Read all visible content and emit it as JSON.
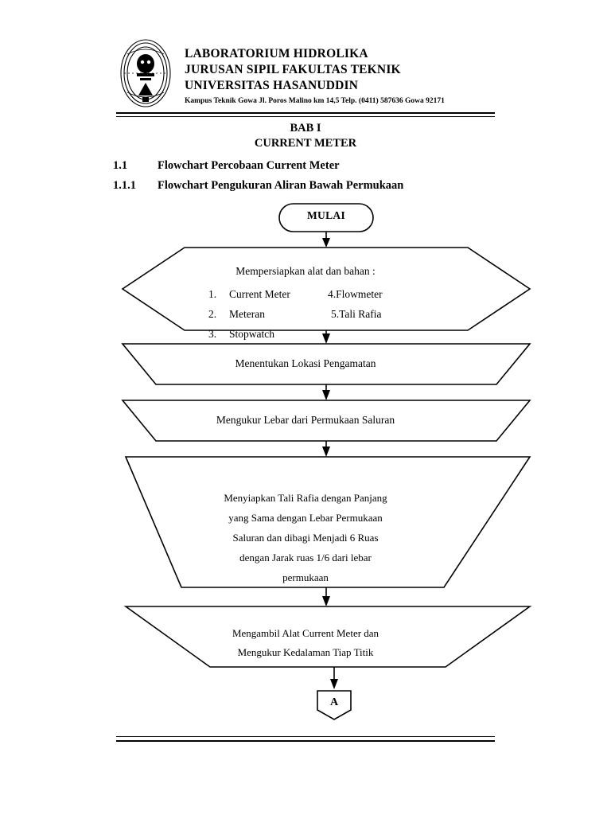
{
  "header": {
    "logo_name": "universitas-hasanuddin-logo",
    "line1": "LABORATORIUM HIDROLIKA",
    "line2": "JURUSAN SIPIL FAKULTAS TEKNIK",
    "line3": "UNIVERSITAS HASANUDDIN",
    "address": "Kampus Teknik Gowa Jl. Poros Malino km 14,5 Telp. (0411) 587636 Gowa 92171"
  },
  "chapter": {
    "bab": "BAB I",
    "title": "CURRENT METER"
  },
  "sections": [
    {
      "number": "1.1",
      "title": "Flowchart Percobaan Current Meter"
    },
    {
      "number": "1.1.1",
      "title": "Flowchart Pengukuran Aliran Bawah Permukaan"
    }
  ],
  "flowchart": {
    "start": "MULAI",
    "prepare": {
      "title": "Mempersiapkan alat dan bahan :",
      "items_left": [
        {
          "index": "1.",
          "label": "Current Meter"
        },
        {
          "index": "2.",
          "label": "Meteran"
        },
        {
          "index": "3.",
          "label": "Stopwatch"
        }
      ],
      "items_right": [
        {
          "index": "4.",
          "label": "Flowmeter"
        },
        {
          "index": "5.",
          "label": "Tali Rafia"
        }
      ]
    },
    "step_lokasi": "Menentukan Lokasi Pengamatan",
    "step_lebar": "Mengukur Lebar dari Permukaan Saluran",
    "step_rafia_lines": [
      "Menyiapkan Tali Rafia dengan Panjang",
      "yang Sama dengan Lebar Permukaan",
      "Saluran dan dibagi Menjadi 6 Ruas",
      "dengan Jarak ruas 1/6 dari lebar",
      "permukaan"
    ],
    "step_ambil_lines": [
      "Mengambil Alat Current Meter dan",
      "Mengukur Kedalaman Tiap Titik"
    ],
    "connector": "A"
  },
  "colors": {
    "ink": "#000000",
    "paper": "#ffffff"
  }
}
